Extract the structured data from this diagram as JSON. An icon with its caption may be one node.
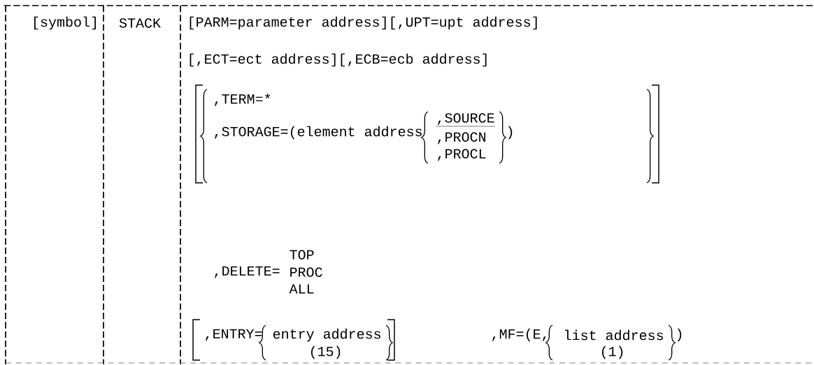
{
  "diagram": {
    "labels": [
      "[symbol]",
      "STACK",
      "[PARM=parameter address][,UPT=upt address]",
      "[,ECT=ect address][,ECB=ecb address]",
      ",TERM=*",
      ",STORAGE=(element address",
      ",SOURCE",
      ",PROCN",
      ",PROCL",
      ")",
      "TOP",
      ",DELETE=",
      "PROC",
      "ALL",
      ",ENTRY=",
      "entry address",
      ",MF=(E,",
      "list address",
      ")",
      "(15)",
      "(1)"
    ]
  }
}
